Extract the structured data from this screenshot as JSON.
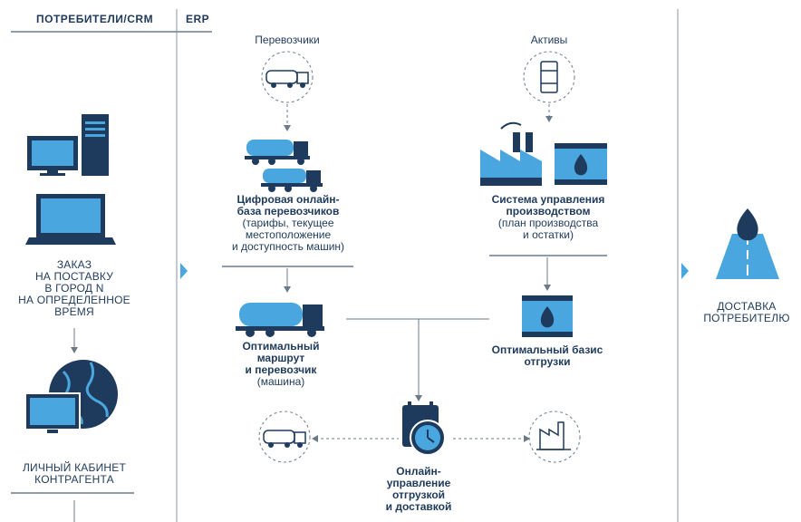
{
  "columns": {
    "crm_header": "ПОТРЕБИТЕЛИ/CRM",
    "erp_header": "ERP"
  },
  "crm": {
    "order_text": [
      "ЗАКАЗ",
      "НА ПОСТАВКУ",
      "В ГОРОД N",
      "НА ОПРЕДЕЛЕННОЕ",
      "ВРЕМЯ"
    ],
    "cabinet_text": [
      "ЛИЧНЫЙ КАБИНЕТ",
      "КОНТРАГЕНТА"
    ]
  },
  "erp": {
    "carriers_label": "Перевозчики",
    "assets_label": "Активы",
    "carriers_db": {
      "title": [
        "Цифровая онлайн-",
        "база перевозчиков"
      ],
      "details": [
        "(тарифы, текущее",
        "местоположение",
        "и доступность машин)"
      ]
    },
    "production": {
      "title": [
        "Система управления",
        "производством"
      ],
      "details": [
        "(план производства",
        "и остатки)"
      ]
    },
    "route": {
      "title": [
        "Оптимальный",
        "маршрут",
        "и перевозчик"
      ],
      "details": [
        "(машина)"
      ]
    },
    "basis": {
      "title": [
        "Оптимальный базис",
        "отгрузки"
      ]
    },
    "management": {
      "title": [
        "Онлайн-",
        "управление",
        "отгрузкой",
        "и доставкой"
      ]
    }
  },
  "delivery": {
    "text": [
      "ДОСТАВКА",
      "ПОТРЕБИТЕЛЮ"
    ]
  },
  "colors": {
    "primary": "#1e3a5c",
    "accent": "#2e7bbf",
    "light_blue": "#4aa6de",
    "line_gray": "#6b7a89"
  }
}
